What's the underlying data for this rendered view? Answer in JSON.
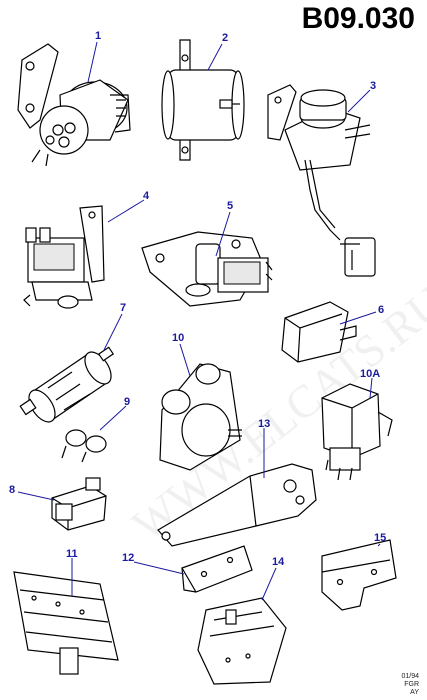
{
  "diagram": {
    "title": "B09.030",
    "footer_lines": [
      "01/94",
      "FGR",
      "AY"
    ],
    "watermark_text": "WWW.ELCATS.RU",
    "callouts": [
      "1",
      "2",
      "3",
      "4",
      "5",
      "6",
      "7",
      "8",
      "9",
      "10",
      "10A",
      "11",
      "12",
      "13",
      "14",
      "15"
    ]
  }
}
